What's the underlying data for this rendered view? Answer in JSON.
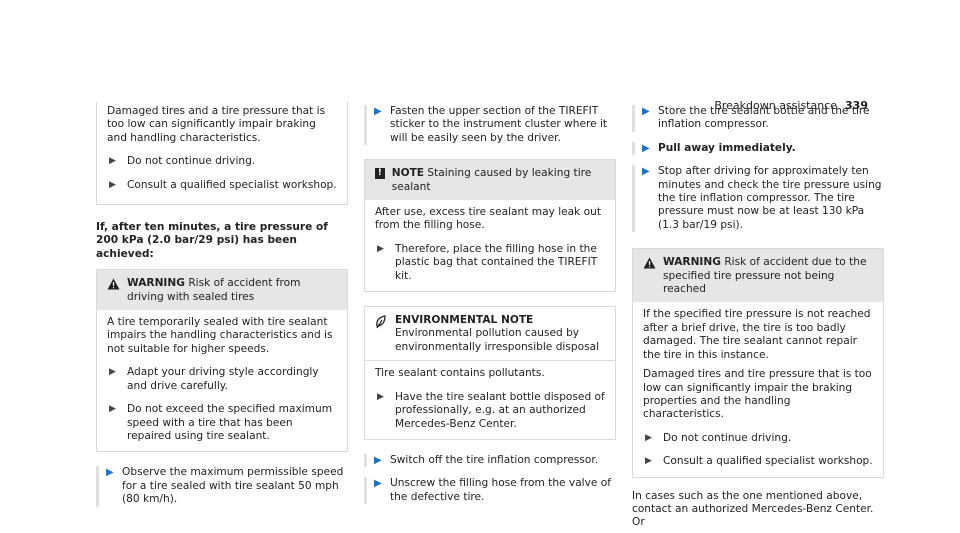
{
  "header": {
    "section": "Breakdown assistance",
    "page": "339"
  },
  "col1": {
    "box_top_text": "Damaged tires and a tire pressure that is too low can significantly impair braking and handling characteristics.",
    "box_top_step1": "Do not continue driving.",
    "box_top_step2": "Consult a qualified specialist workshop.",
    "heading": "If, after ten minutes, a tire pressure of 200 kPa (2.0 bar/29 psi) has been achieved:",
    "warning_label": "WARNING",
    "warning_title": "Risk of accident from driving with sealed tires",
    "warning_text": "A tire temporarily sealed with tire sealant impairs the handling characteristics and is not suitable for higher speeds.",
    "warning_step1": "Adapt your driving style accordingly and drive carefully.",
    "warning_step2": "Do not exceed the specified maximum speed with a tire that has been repaired using tire sealant.",
    "instr1": "Observe the maximum permissible speed for a tire sealed with tire sealant 50 mph (80 km/h)."
  },
  "col2": {
    "instr1": "Fasten the upper section of the TIREFIT sticker to the instrument cluster where it will be easily seen by the driver.",
    "note_label": "NOTE",
    "note_title": "Staining caused by leaking tire sealant",
    "note_text": "After use, excess tire sealant may leak out from the filling hose.",
    "note_step1": "Therefore, place the filling hose in the plastic bag that contained the TIREFIT kit.",
    "env_label": "ENVIRONMENTAL NOTE",
    "env_title": "Environmental pollution caused by environmentally irresponsible disposal",
    "env_text": "Tire sealant contains pollutants.",
    "env_step1": "Have the tire sealant bottle disposed of professionally, e.g. at an authorized Mercedes-Benz Center.",
    "instr2": "Switch off the tire inflation compressor.",
    "instr3": "Unscrew the filling hose from the valve of the defective tire."
  },
  "col3": {
    "instr1": "Store the tire sealant bottle and the tire inflation compressor.",
    "instr2": "Pull away immediately.",
    "instr3": "Stop after driving for approximately ten minutes and check the tire pressure using the tire inflation compressor. The tire pressure must now be at least 130 kPa (1.3 bar/19 psi).",
    "warning_label": "WARNING",
    "warning_title": "Risk of accident due to the specified tire pressure not being reached",
    "warning_text1": "If the specified tire pressure is not reached after a brief drive, the tire is too badly damaged. The tire sealant cannot repair the tire in this instance.",
    "warning_text2": "Damaged tires and tire pressure that is too low can significantly impair the braking properties and the handling characteristics.",
    "warning_step1": "Do not continue driving.",
    "warning_step2": "Consult a qualified specialist workshop.",
    "closing": "In cases such as the one mentioned above, contact an authorized Mercedes-Benz Center. Or"
  }
}
